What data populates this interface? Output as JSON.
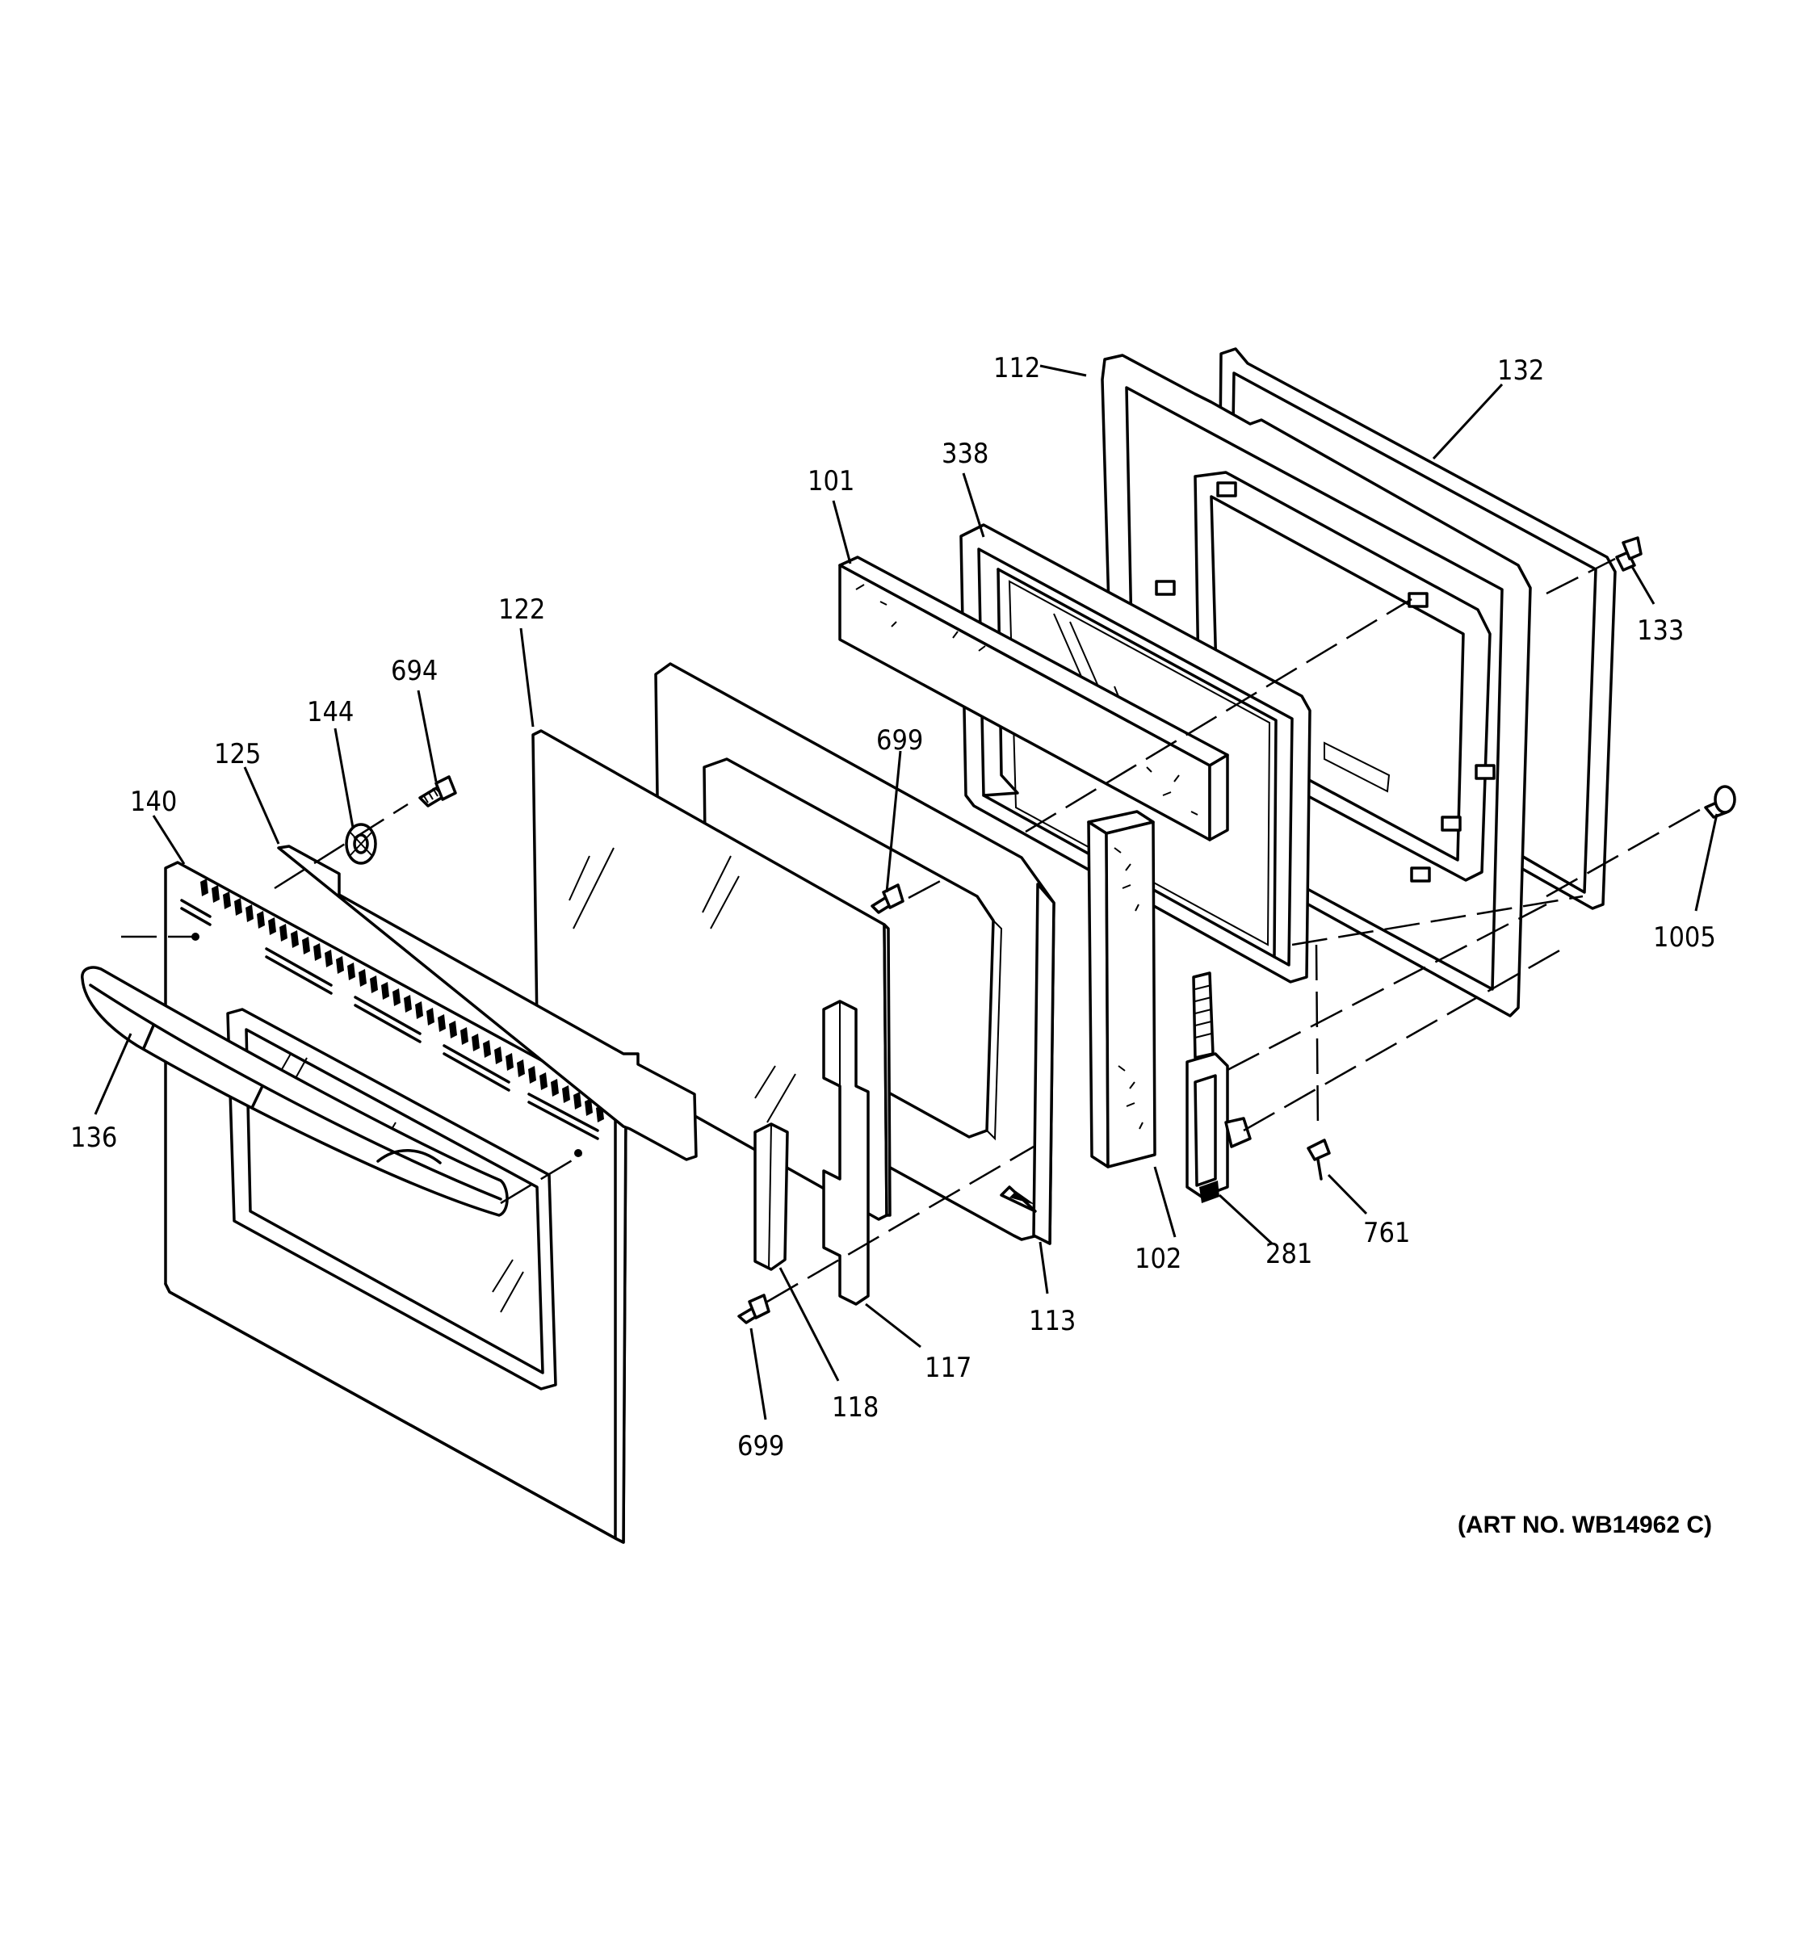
{
  "art_number": "(ART NO. WB14962 C)",
  "callouts": [
    {
      "id": "c112",
      "text": "112"
    },
    {
      "id": "c132",
      "text": "132"
    },
    {
      "id": "c338",
      "text": "338"
    },
    {
      "id": "c101",
      "text": "101"
    },
    {
      "id": "c133",
      "text": "133"
    },
    {
      "id": "c122",
      "text": "122"
    },
    {
      "id": "c694",
      "text": "694"
    },
    {
      "id": "c144",
      "text": "144"
    },
    {
      "id": "c699a",
      "text": "699"
    },
    {
      "id": "c125",
      "text": "125"
    },
    {
      "id": "c140",
      "text": "140"
    },
    {
      "id": "c1005",
      "text": "1005"
    },
    {
      "id": "c136",
      "text": "136"
    },
    {
      "id": "c761",
      "text": "761"
    },
    {
      "id": "c102",
      "text": "102"
    },
    {
      "id": "c281",
      "text": "281"
    },
    {
      "id": "c113",
      "text": "113"
    },
    {
      "id": "c117",
      "text": "117"
    },
    {
      "id": "c118",
      "text": "118"
    },
    {
      "id": "c699b",
      "text": "699"
    }
  ]
}
